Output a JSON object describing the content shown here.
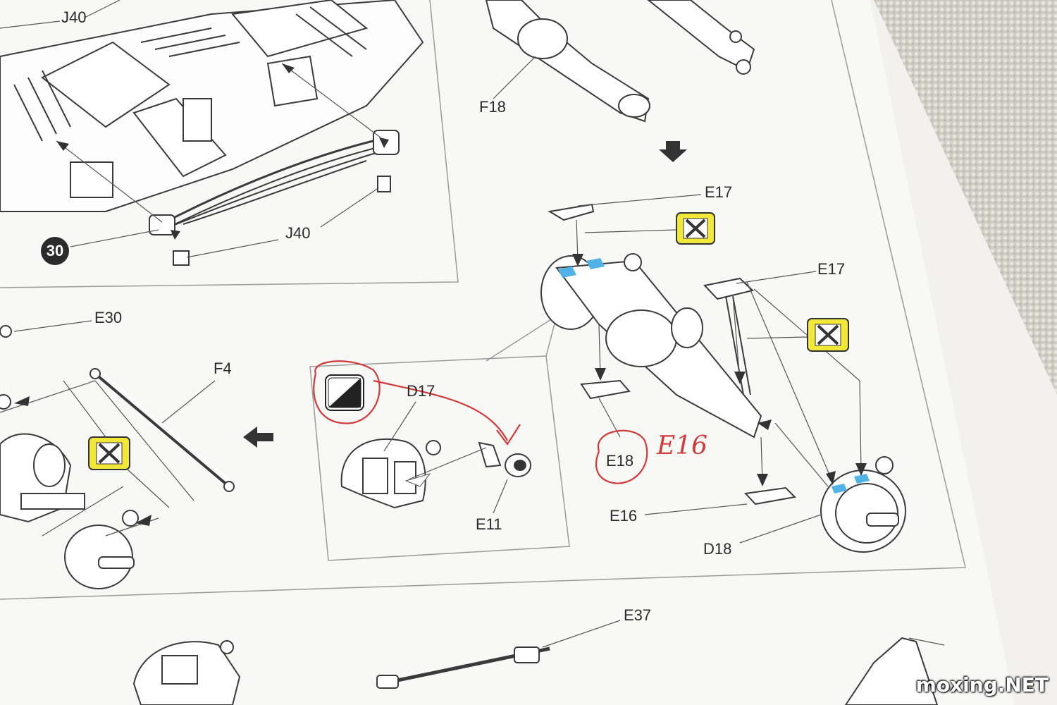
{
  "instruction_sheet": {
    "step_number": "30",
    "part_labels": {
      "j40_top": "J40",
      "j40_bottom": "J40",
      "f18": "F18",
      "e17_top": "E17",
      "e17_right": "E17",
      "e30": "E30",
      "f4": "F4",
      "d17": "D17",
      "e11": "E11",
      "e18": "E18",
      "e16": "E16",
      "d18": "D18",
      "e37": "E37"
    },
    "handwritten_note": "E16"
  },
  "watermark": "moxing.NET",
  "colors": {
    "paper": "#f7f7f5",
    "line": "#4a4a4a",
    "accent_blue": "#4fb3e8",
    "warning_yellow": "#f2e83a",
    "handwriting_red": "#d23a3a"
  }
}
